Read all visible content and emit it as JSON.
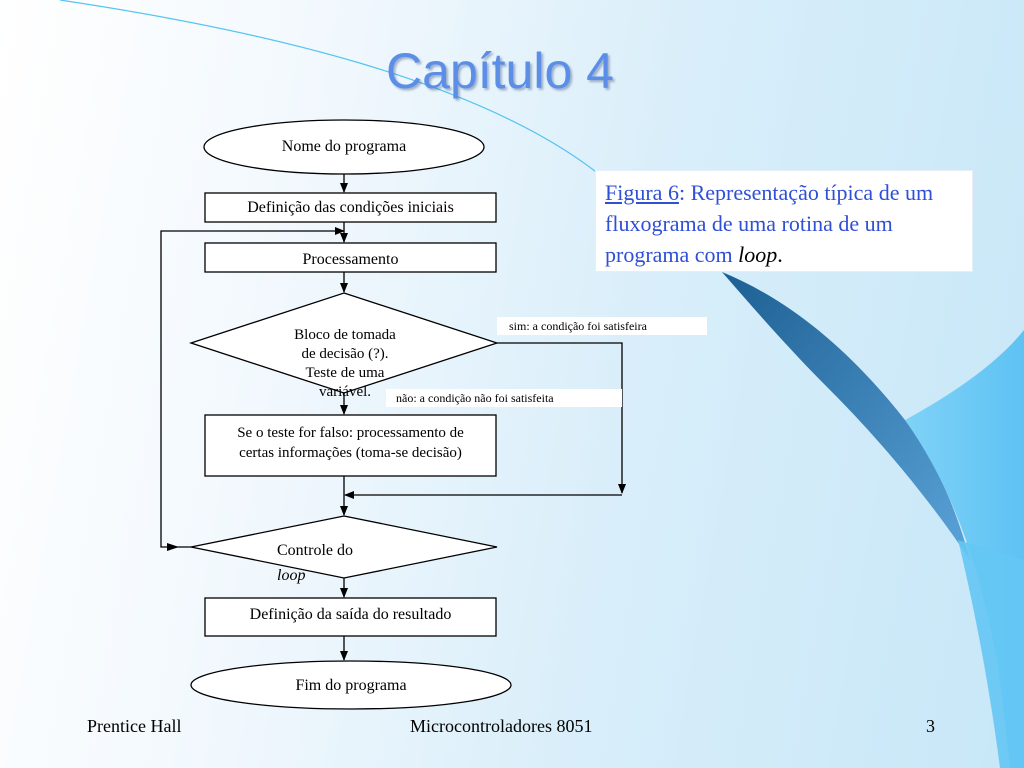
{
  "title": "Capítulo 4",
  "caption": {
    "figure_ref": "Figura 6",
    "text_before_italic": ": Representação típica de um fluxograma de uma rotina de um programa com ",
    "italic": "loop",
    "text_after_italic": "."
  },
  "flowchart": {
    "start": "Nome do programa",
    "init": "Definição das condições iniciais",
    "process": "Processamento",
    "decision_line1": "Bloco de tomada",
    "decision_line2": "de decisão (?).",
    "decision_line3": "Teste de uma",
    "decision_line4": "variável.",
    "yes_label": "sim: a condição foi satisfeira",
    "no_label": "não: a condição não foi satisfeita",
    "false_branch_line1": "Se o teste for falso: processamento de",
    "false_branch_line2": "certas informações (toma-se decisão)",
    "loop_control_text": "Controle do",
    "loop_control_italic": "loop",
    "output": "Definição da saída do resultado",
    "end": "Fim do programa"
  },
  "footer": {
    "left": "Prentice Hall",
    "center": "Microcontroladores 8051",
    "right": "3"
  },
  "colors": {
    "title": "#5b8ee6",
    "caption_blue": "#2f4fd6",
    "accent_dark": "#3a78b0",
    "accent_light": "#6cc8f2"
  }
}
